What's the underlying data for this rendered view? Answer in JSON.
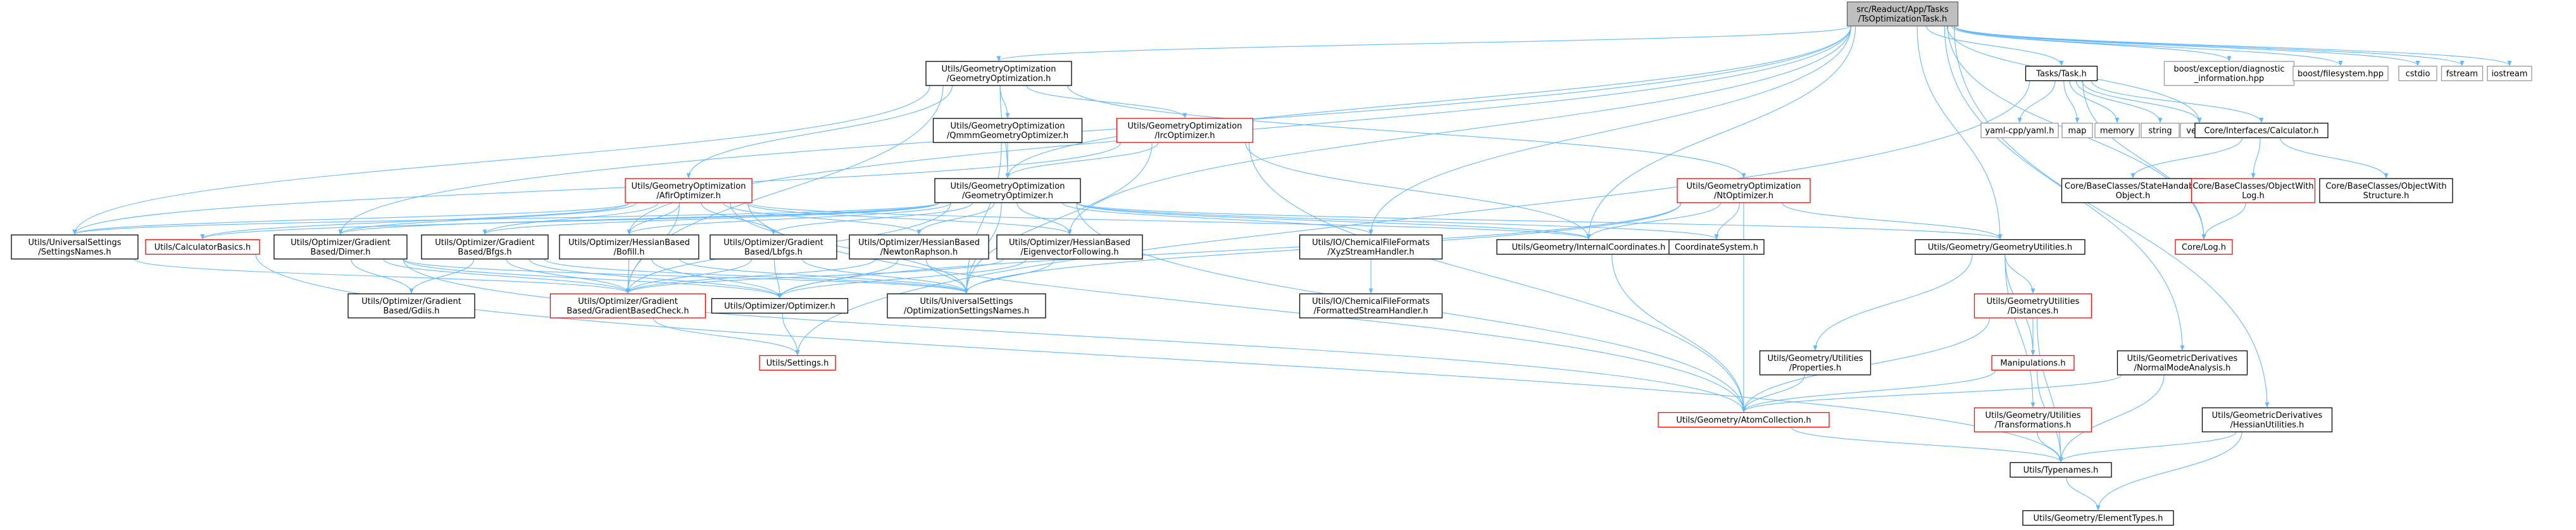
{
  "colors": {
    "edge": "#63b8ff",
    "node_border_default": "#999999",
    "node_border_root": "#666666",
    "node_fill_root": "#bfbfbf",
    "node_border_black": "#000000",
    "node_border_red": "#ff0000"
  },
  "nodes": [
    {
      "id": "root",
      "lines": [
        "src/Readuct/App/Tasks",
        "/TsOptimizationTask.h"
      ],
      "style": "root"
    },
    {
      "id": "geoopt",
      "lines": [
        "Utils/GeometryOptimization",
        "/GeometryOptimization.h"
      ],
      "style": "black"
    },
    {
      "id": "tasks",
      "lines": [
        "Tasks/Task.h"
      ],
      "style": "black"
    },
    {
      "id": "boostexc",
      "lines": [
        "boost/exception/diagnostic",
        "_information.hpp"
      ],
      "style": "gray"
    },
    {
      "id": "boostfs",
      "lines": [
        "boost/filesystem.hpp"
      ],
      "style": "gray"
    },
    {
      "id": "cstdio",
      "lines": [
        "cstdio"
      ],
      "style": "gray"
    },
    {
      "id": "fstream",
      "lines": [
        "fstream"
      ],
      "style": "gray"
    },
    {
      "id": "iostream",
      "lines": [
        "iostream"
      ],
      "style": "gray"
    },
    {
      "id": "vector",
      "lines": [
        "vector"
      ],
      "style": "gray"
    },
    {
      "id": "qmmm",
      "lines": [
        "Utils/GeometryOptimization",
        "/QmmmGeometryOptimizer.h"
      ],
      "style": "black"
    },
    {
      "id": "irc",
      "lines": [
        "Utils/GeometryOptimization",
        "/IrcOptimizer.h"
      ],
      "style": "red"
    },
    {
      "id": "afir",
      "lines": [
        "Utils/GeometryOptimization",
        "/AfirOptimizer.h"
      ],
      "style": "red"
    },
    {
      "id": "geooptimizer",
      "lines": [
        "Utils/GeometryOptimization",
        "/GeometryOptimizer.h"
      ],
      "style": "black"
    },
    {
      "id": "nt",
      "lines": [
        "Utils/GeometryOptimization",
        "/NtOptimizer.h"
      ],
      "style": "red"
    },
    {
      "id": "yaml",
      "lines": [
        "yaml-cpp/yaml.h"
      ],
      "style": "gray"
    },
    {
      "id": "map",
      "lines": [
        "map"
      ],
      "style": "gray"
    },
    {
      "id": "memory",
      "lines": [
        "memory"
      ],
      "style": "gray"
    },
    {
      "id": "string",
      "lines": [
        "string"
      ],
      "style": "gray"
    },
    {
      "id": "calculator",
      "lines": [
        "Core/Interfaces/Calculator.h"
      ],
      "style": "black"
    },
    {
      "id": "statehandle",
      "lines": [
        "Core/BaseClasses/StateHandable",
        "Object.h"
      ],
      "style": "black"
    },
    {
      "id": "objlog",
      "lines": [
        "Core/BaseClasses/ObjectWith",
        "Log.h"
      ],
      "style": "red"
    },
    {
      "id": "objstruct",
      "lines": [
        "Core/BaseClasses/ObjectWith",
        "Structure.h"
      ],
      "style": "black"
    },
    {
      "id": "corelog",
      "lines": [
        "Core/Log.h"
      ],
      "style": "red"
    },
    {
      "id": "univsettings",
      "lines": [
        "Utils/UniversalSettings",
        "/SettingsNames.h"
      ],
      "style": "black"
    },
    {
      "id": "calcbasics",
      "lines": [
        "Utils/CalculatorBasics.h"
      ],
      "style": "red"
    },
    {
      "id": "dimer",
      "lines": [
        "Utils/Optimizer/Gradient",
        "Based/Dimer.h"
      ],
      "style": "black"
    },
    {
      "id": "bfgs",
      "lines": [
        "Utils/Optimizer/Gradient",
        "Based/Bfgs.h"
      ],
      "style": "black"
    },
    {
      "id": "bofill",
      "lines": [
        "Utils/Optimizer/HessianBased",
        "/Bofill.h"
      ],
      "style": "black"
    },
    {
      "id": "lbfgs",
      "lines": [
        "Utils/Optimizer/Gradient",
        "Based/Lbfgs.h"
      ],
      "style": "black"
    },
    {
      "id": "newton",
      "lines": [
        "Utils/Optimizer/HessianBased",
        "/NewtonRaphson.h"
      ],
      "style": "black"
    },
    {
      "id": "evf",
      "lines": [
        "Utils/Optimizer/HessianBased",
        "/EigenvectorFollowing.h"
      ],
      "style": "black"
    },
    {
      "id": "xyzstream",
      "lines": [
        "Utils/IO/ChemicalFileFormats",
        "/XyzStreamHandler.h"
      ],
      "style": "black"
    },
    {
      "id": "internalcoords",
      "lines": [
        "Utils/Geometry/InternalCoordinates.h"
      ],
      "style": "black"
    },
    {
      "id": "coordsys",
      "lines": [
        "CoordinateSystem.h"
      ],
      "style": "black"
    },
    {
      "id": "geoutils",
      "lines": [
        "Utils/Geometry/GeometryUtilities.h"
      ],
      "style": "black"
    },
    {
      "id": "gdiis",
      "lines": [
        "Utils/Optimizer/Gradient",
        "Based/Gdiis.h"
      ],
      "style": "black"
    },
    {
      "id": "gradcheck",
      "lines": [
        "Utils/Optimizer/Gradient",
        "Based/GradientBasedCheck.h"
      ],
      "style": "red"
    },
    {
      "id": "optimizer",
      "lines": [
        "Utils/Optimizer/Optimizer.h"
      ],
      "style": "black"
    },
    {
      "id": "optsettings",
      "lines": [
        "Utils/UniversalSettings",
        "/OptimizationSettingsNames.h"
      ],
      "style": "black"
    },
    {
      "id": "formatted",
      "lines": [
        "Utils/IO/ChemicalFileFormats",
        "/FormattedStreamHandler.h"
      ],
      "style": "black"
    },
    {
      "id": "distances",
      "lines": [
        "Utils/GeometryUtilities",
        "/Distances.h"
      ],
      "style": "red"
    },
    {
      "id": "settings",
      "lines": [
        "Utils/Settings.h"
      ],
      "style": "red"
    },
    {
      "id": "properties",
      "lines": [
        "Utils/Geometry/Utilities",
        "/Properties.h"
      ],
      "style": "black"
    },
    {
      "id": "manipulations",
      "lines": [
        "Manipulations.h"
      ],
      "style": "red"
    },
    {
      "id": "normalmode",
      "lines": [
        "Utils/GeometricDerivatives",
        "/NormalModeAnalysis.h"
      ],
      "style": "black"
    },
    {
      "id": "atomcoll",
      "lines": [
        "Utils/Geometry/AtomCollection.h"
      ],
      "style": "red"
    },
    {
      "id": "transform",
      "lines": [
        "Utils/Geometry/Utilities",
        "/Transformations.h"
      ],
      "style": "red"
    },
    {
      "id": "hessutils",
      "lines": [
        "Utils/GeometricDerivatives",
        "/HessianUtilities.h"
      ],
      "style": "black"
    },
    {
      "id": "typenames",
      "lines": [
        "Utils/Typenames.h"
      ],
      "style": "black"
    },
    {
      "id": "elementtypes",
      "lines": [
        "Utils/Geometry/ElementTypes.h"
      ],
      "style": "black"
    }
  ],
  "edges": [
    [
      "root",
      "geoopt"
    ],
    [
      "root",
      "tasks"
    ],
    [
      "root",
      "boostexc"
    ],
    [
      "root",
      "boostfs"
    ],
    [
      "root",
      "cstdio"
    ],
    [
      "root",
      "fstream"
    ],
    [
      "root",
      "iostream"
    ],
    [
      "root",
      "vector"
    ],
    [
      "root",
      "dimer"
    ],
    [
      "root",
      "bofill"
    ],
    [
      "root",
      "evf"
    ],
    [
      "root",
      "geooptimizer"
    ],
    [
      "root",
      "xyzstream"
    ],
    [
      "root",
      "internalcoords"
    ],
    [
      "root",
      "geoutils"
    ],
    [
      "root",
      "normalmode"
    ],
    [
      "root",
      "hessutils"
    ],
    [
      "root",
      "corelog"
    ],
    [
      "geoopt",
      "qmmm"
    ],
    [
      "geoopt",
      "irc"
    ],
    [
      "geoopt",
      "afir"
    ],
    [
      "geoopt",
      "geooptimizer"
    ],
    [
      "geoopt",
      "nt"
    ],
    [
      "geoopt",
      "univsettings"
    ],
    [
      "geoopt",
      "gradcheck"
    ],
    [
      "qmmm",
      "geooptimizer"
    ],
    [
      "qmmm",
      "optsettings"
    ],
    [
      "irc",
      "geooptimizer"
    ],
    [
      "irc",
      "internalcoords"
    ],
    [
      "irc",
      "optsettings"
    ],
    [
      "irc",
      "atomcoll"
    ],
    [
      "irc",
      "univsettings"
    ],
    [
      "afir",
      "univsettings"
    ],
    [
      "afir",
      "calcbasics"
    ],
    [
      "afir",
      "dimer"
    ],
    [
      "afir",
      "bfgs"
    ],
    [
      "afir",
      "bofill"
    ],
    [
      "afir",
      "lbfgs"
    ],
    [
      "afir",
      "newton"
    ],
    [
      "afir",
      "evf"
    ],
    [
      "afir",
      "internalcoords"
    ],
    [
      "afir",
      "gradcheck"
    ],
    [
      "afir",
      "optsettings"
    ],
    [
      "afir",
      "atomcoll"
    ],
    [
      "geooptimizer",
      "univsettings"
    ],
    [
      "geooptimizer",
      "calcbasics"
    ],
    [
      "geooptimizer",
      "dimer"
    ],
    [
      "geooptimizer",
      "bfgs"
    ],
    [
      "geooptimizer",
      "bofill"
    ],
    [
      "geooptimizer",
      "lbfgs"
    ],
    [
      "geooptimizer",
      "newton"
    ],
    [
      "geooptimizer",
      "evf"
    ],
    [
      "geooptimizer",
      "internalcoords"
    ],
    [
      "geooptimizer",
      "coordsys"
    ],
    [
      "geooptimizer",
      "geoutils"
    ],
    [
      "geooptimizer",
      "xyzstream"
    ],
    [
      "geooptimizer",
      "optsettings"
    ],
    [
      "geooptimizer",
      "atomcoll"
    ],
    [
      "geooptimizer",
      "gradcheck"
    ],
    [
      "nt",
      "internalcoords"
    ],
    [
      "nt",
      "coordsys"
    ],
    [
      "nt",
      "geoutils"
    ],
    [
      "nt",
      "optimizer"
    ],
    [
      "nt",
      "optsettings"
    ],
    [
      "nt",
      "atomcoll"
    ],
    [
      "tasks",
      "yaml"
    ],
    [
      "tasks",
      "map"
    ],
    [
      "tasks",
      "memory"
    ],
    [
      "tasks",
      "string"
    ],
    [
      "tasks",
      "vector"
    ],
    [
      "tasks",
      "calculator"
    ],
    [
      "tasks",
      "settings"
    ],
    [
      "tasks",
      "corelog"
    ],
    [
      "calculator",
      "statehandle"
    ],
    [
      "calculator",
      "objlog"
    ],
    [
      "calculator",
      "objstruct"
    ],
    [
      "objlog",
      "corelog"
    ],
    [
      "calcbasics",
      "typenames"
    ],
    [
      "dimer",
      "gdiis"
    ],
    [
      "dimer",
      "gradcheck"
    ],
    [
      "dimer",
      "optimizer"
    ],
    [
      "dimer",
      "optsettings"
    ],
    [
      "dimer",
      "atomcoll"
    ],
    [
      "bfgs",
      "gdiis"
    ],
    [
      "bfgs",
      "gradcheck"
    ],
    [
      "bfgs",
      "optimizer"
    ],
    [
      "bfgs",
      "optsettings"
    ],
    [
      "bofill",
      "gradcheck"
    ],
    [
      "bofill",
      "optimizer"
    ],
    [
      "bofill",
      "optsettings"
    ],
    [
      "lbfgs",
      "gradcheck"
    ],
    [
      "lbfgs",
      "optimizer"
    ],
    [
      "lbfgs",
      "optsettings"
    ],
    [
      "newton",
      "gradcheck"
    ],
    [
      "newton",
      "optimizer"
    ],
    [
      "newton",
      "optsettings"
    ],
    [
      "evf",
      "gradcheck"
    ],
    [
      "evf",
      "optimizer"
    ],
    [
      "evf",
      "optsettings"
    ],
    [
      "xyzstream",
      "formatted"
    ],
    [
      "internalcoords",
      "atomcoll"
    ],
    [
      "geoutils",
      "distances"
    ],
    [
      "geoutils",
      "properties"
    ],
    [
      "geoutils",
      "manipulations"
    ],
    [
      "geoutils",
      "transform"
    ],
    [
      "gradcheck",
      "settings"
    ],
    [
      "optimizer",
      "settings"
    ],
    [
      "distances",
      "manipulations"
    ],
    [
      "distances",
      "atomcoll"
    ],
    [
      "distances",
      "typenames"
    ],
    [
      "properties",
      "atomcoll"
    ],
    [
      "manipulations",
      "atomcoll"
    ],
    [
      "manipulations",
      "typenames"
    ],
    [
      "normalmode",
      "atomcoll"
    ],
    [
      "normalmode",
      "typenames"
    ],
    [
      "atomcoll",
      "typenames"
    ],
    [
      "transform",
      "typenames"
    ],
    [
      "hessutils",
      "typenames"
    ],
    [
      "hessutils",
      "elementtypes"
    ],
    [
      "typenames",
      "elementtypes"
    ],
    [
      "univsettings",
      "gradcheck"
    ]
  ]
}
